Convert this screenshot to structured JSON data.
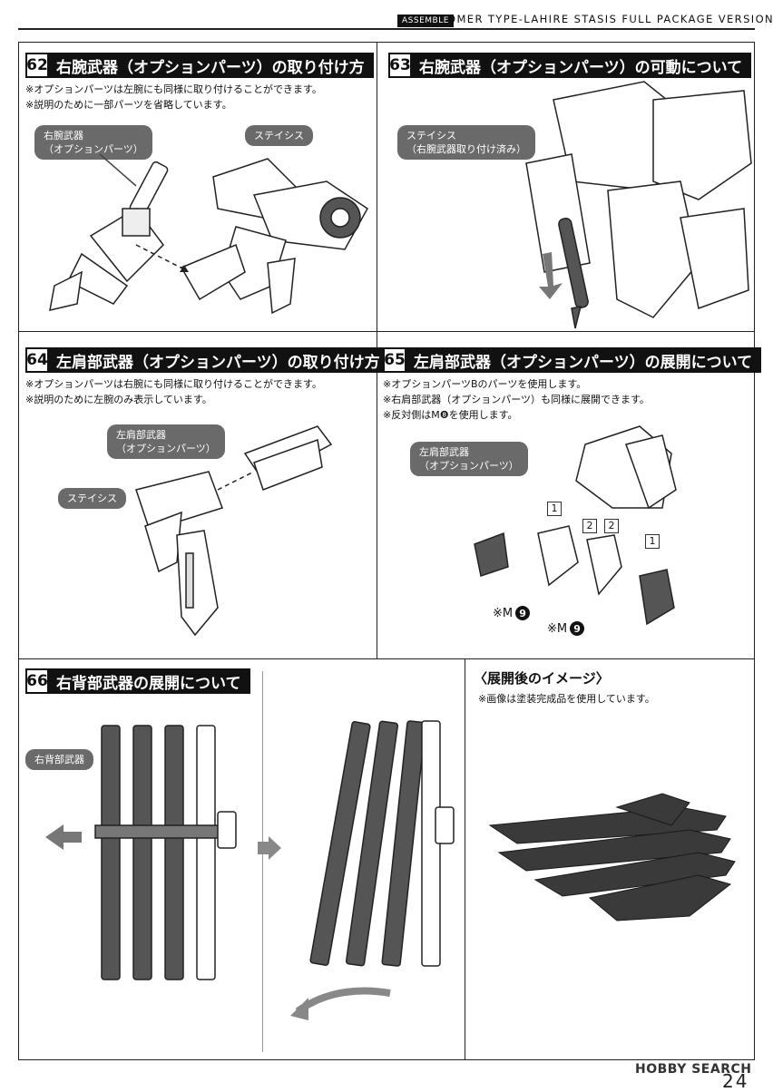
{
  "header": {
    "badge": "ASSEMBLE",
    "title": "OMER TYPE-LAHIRE STASIS FULL PACKAGE VERSION"
  },
  "steps": [
    {
      "num": "62",
      "title": "右腕武器（オプションパーツ）の取り付け方",
      "notes": [
        "※オプションパーツは左腕にも同様に取り付けることができます。",
        "※説明のために一部パーツを省略しています。"
      ],
      "callouts": [
        "右腕武器\n（オプションパーツ）",
        "ステイシス"
      ]
    },
    {
      "num": "63",
      "title": "右腕武器（オプションパーツ）の可動について",
      "notes": [],
      "callouts": [
        "ステイシス\n（右腕武器取り付け済み）"
      ]
    },
    {
      "num": "64",
      "title": "左肩部武器（オプションパーツ）の取り付け方",
      "notes": [
        "※オプションパーツは右腕にも同様に取り付けることができます。",
        "※説明のために左腕のみ表示しています。"
      ],
      "callouts": [
        "左肩部武器\n（オプションパーツ）",
        "ステイシス"
      ]
    },
    {
      "num": "65",
      "title": "左肩部武器（オプションパーツ）の展開について",
      "notes": [
        "※オプションパーツBのパーツを使用します。",
        "※右肩部武器（オプションパーツ）も同様に展開できます。",
        "※反対側はM❽を使用します。"
      ],
      "callouts": [
        "左肩部武器\n（オプションパーツ）"
      ],
      "part_marks": [
        "※M",
        "9",
        "※M",
        "9"
      ],
      "sequence": [
        "1",
        "2",
        "2",
        "1"
      ]
    },
    {
      "num": "66",
      "title": "右背部武器の展開について",
      "notes": [],
      "callouts": [
        "右背部武器"
      ]
    }
  ],
  "image_box": {
    "title": "〈展開後のイメージ〉",
    "note": "※画像は塗装完成品を使用しています。"
  },
  "footer": {
    "watermark": "HOBBY SEARCH",
    "page": "24"
  }
}
